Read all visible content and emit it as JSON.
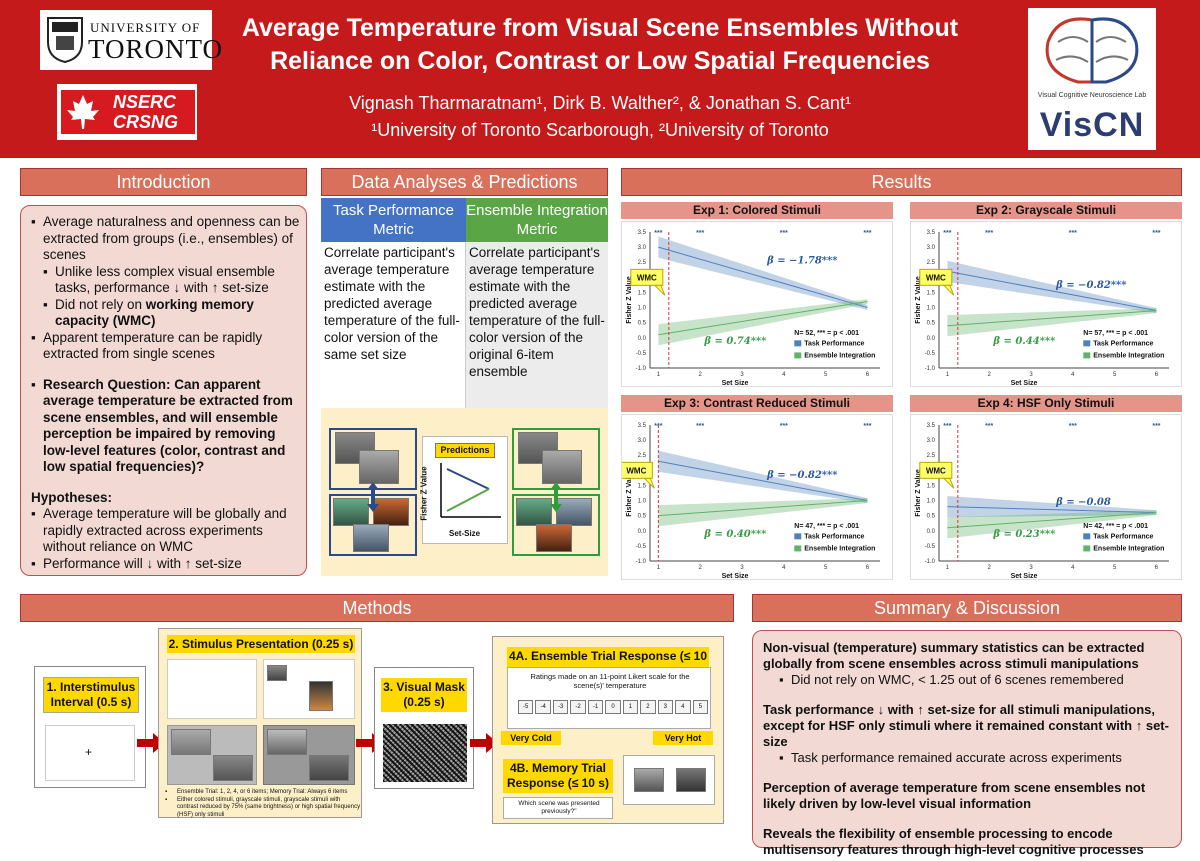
{
  "header": {
    "title_line1": "Average Temperature from Visual Scene Ensembles Without",
    "title_line2": "Reliance on Color, Contrast or Low Spatial Frequencies",
    "authors": "Vignash Tharmaratnam¹, Dirk B. Walther², & Jonathan S. Cant¹",
    "affiliations": "¹University of Toronto Scarborough, ²University of Toronto",
    "uoft_logo_line1": "UNIVERSITY OF",
    "uoft_logo_line2": "TORONTO",
    "nserc_line1": "NSERC",
    "nserc_line2": "CRSNG",
    "lab_name": "Visual Cognitive Neuroscience Lab",
    "lab_acronym": "VisCN"
  },
  "introduction": {
    "heading": "Introduction",
    "b1": "Average naturalness and openness can be extracted from groups (i.e., ensembles) of scenes",
    "b1a": "Unlike less complex visual ensemble tasks, performance ↓ with ↑ set-size",
    "b1b_pre": "Did not rely on ",
    "b1b_bold": "working memory capacity (WMC)",
    "b2": "Apparent temperature can be rapidly extracted from single scenes",
    "rq": "Research Question: Can apparent average temperature be extracted from scene ensembles, and will ensemble perception be impaired by removing low-level features (color, contrast and low spatial frequencies)?",
    "hyp_heading": "Hypotheses:",
    "h1": "Average temperature will be globally and rapidly extracted across experiments without reliance on WMC",
    "h2": "Performance will ↓ with ↑ set-size"
  },
  "analyses": {
    "heading": "Data Analyses & Predictions",
    "col1_head": "Task Performance Metric",
    "col1_body": "Correlate participant's average temperature estimate with the predicted average temperature of the full-color version of the same set size",
    "col2_head": "Ensemble Integration Metric",
    "col2_body": "Correlate participant's average temperature estimate with the predicted average temperature of the full-color version of the original 6-item ensemble",
    "pred_label": "Predictions",
    "pred_y": "Fisher Z Value",
    "pred_x": "Set-Size",
    "col1_color": "#4472c4",
    "col2_color": "#5aa545"
  },
  "results": {
    "heading": "Results",
    "y_label": "Fisher Z Value",
    "x_label": "Set Size",
    "wmc": "WMC",
    "legend_task": "Task Performance",
    "legend_ens": "Ensemble Integration",
    "sig": "***",
    "charts": [
      {
        "title": "Exp 1: Colored Stimuli",
        "beta_top": "β = −1.78***",
        "beta_bottom": "β = 0.74***",
        "n": "N= 52, *** = p < .001",
        "task_start": 3.0,
        "task_end": 1.0,
        "ens_start": 0.1,
        "ens_end": 1.2,
        "wmc_x": 1.25
      },
      {
        "title": "Exp 2: Grayscale Stimuli",
        "beta_top": "β = −0.82***",
        "beta_bottom": "β = 0.44***",
        "n": "N= 57, *** = p < .001",
        "task_start": 2.2,
        "task_end": 0.9,
        "ens_start": 0.4,
        "ens_end": 0.9,
        "wmc_x": 1.25
      },
      {
        "title": "Exp 3: Contrast Reduced Stimuli",
        "beta_top": "β = −0.82***",
        "beta_bottom": "β = 0.40***",
        "n": "N= 47, *** = p < .001",
        "task_start": 2.3,
        "task_end": 1.0,
        "ens_start": 0.5,
        "ens_end": 1.0,
        "wmc_x": 1.0
      },
      {
        "title": "Exp 4: HSF Only Stimuli",
        "beta_top": "β = −0.08",
        "beta_bottom": "β = 0.23***",
        "n": "N= 42, *** = p < .001",
        "task_start": 0.8,
        "task_end": 0.6,
        "ens_start": 0.1,
        "ens_end": 0.6,
        "wmc_x": 1.25
      }
    ],
    "yticks": [
      "3.5",
      "3.0",
      "2.5",
      "2.0",
      "1.5",
      "1.0",
      "0.5",
      "0.0",
      "-0.5",
      "-1.0"
    ],
    "xticks": [
      "1",
      "2",
      "3",
      "4",
      "5",
      "6"
    ],
    "task_color": "#4f81bd",
    "ens_color": "#5fb36a"
  },
  "methods": {
    "heading": "Methods",
    "step1": "1. Interstimulus Interval (0.5 s)",
    "fixation": "+",
    "step2": "2. Stimulus Presentation (0.25 s)",
    "step2_note1": "Ensemble Trial: 1, 2, 4, or 6 items; Memory Trial: Always 6 items",
    "step2_note2": "Either colored stimuli, grayscale stimuli, grayscale stimuli with contrast reduced by 75% (same brightness) or high spatial frequency (HSF) only stimuli",
    "step3": "3. Visual Mask (0.25 s)",
    "step4a": "4A. Ensemble Trial Response (≤ 10 s)",
    "rating_text": "Ratings made on an 11-point Likert scale for the scene(s)' temperature",
    "scale": [
      "-5",
      "-4",
      "-3",
      "-2",
      "-1",
      "0",
      "1",
      "2",
      "3",
      "4",
      "5"
    ],
    "very_cold": "Very Cold",
    "very_hot": "Very Hot",
    "step4b": "4B. Memory Trial Response (≤ 10 s)",
    "memory_q": "Which scene was presented previously?\""
  },
  "summary": {
    "heading": "Summary & Discussion",
    "p1": "Non-visual (temperature) summary statistics can be extracted globally from scene ensembles across stimuli manipulations",
    "p1a": "Did not rely on WMC, < 1.25 out of 6 scenes remembered",
    "p2": "Task performance ↓ with ↑ set-size for all stimuli manipulations, except for HSF only stimuli where it remained constant with ↑ set-size",
    "p2a": "Task performance remained accurate across experiments",
    "p3": "Perception of average temperature from scene ensembles not likely driven by low-level visual information",
    "p4": "Reveals the flexibility of ensemble processing to encode multisensory features through high-level cognitive processes"
  }
}
